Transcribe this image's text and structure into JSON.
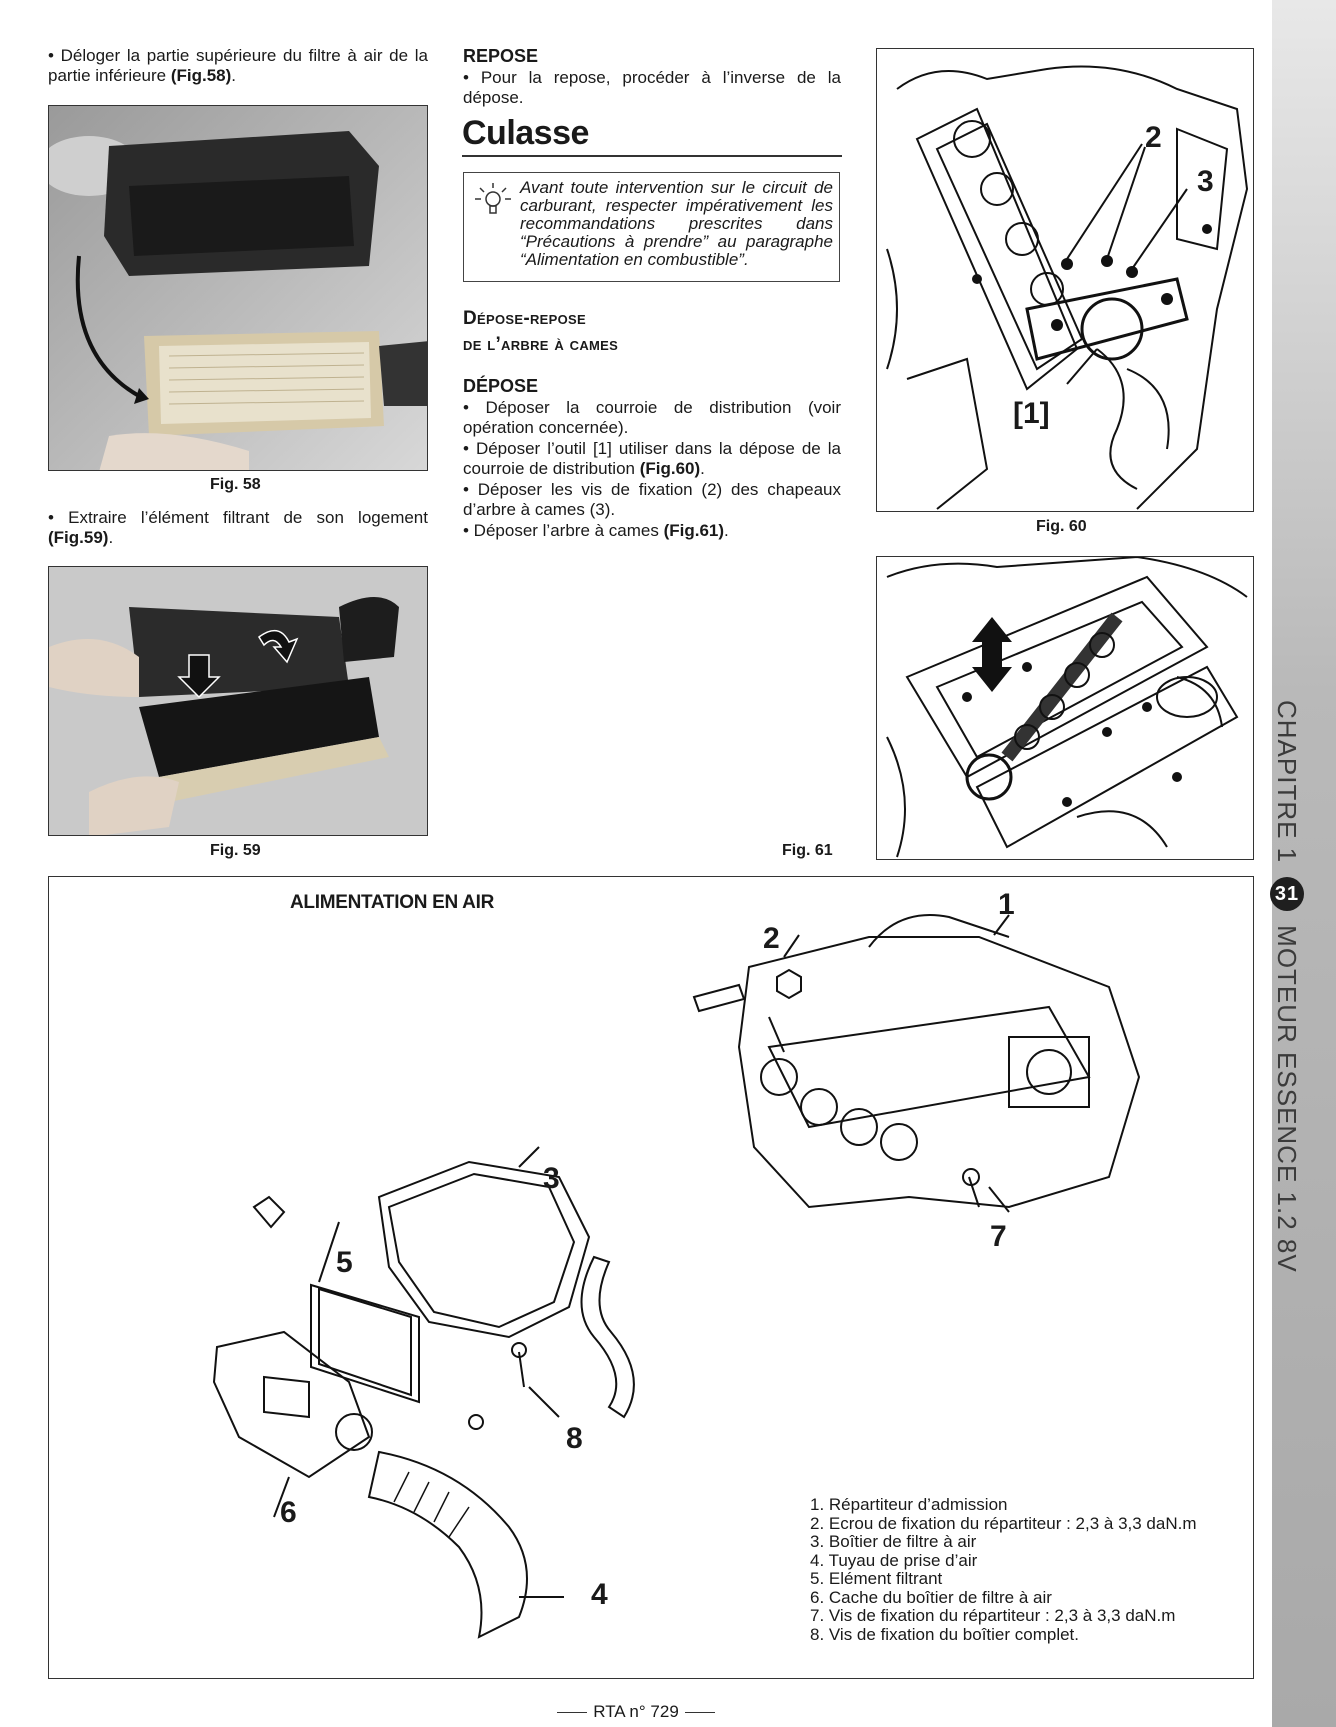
{
  "side": {
    "chapter": "CHAPITRE 1",
    "page_number": "31",
    "section": "MOTEUR ESSENCE 1.2 8V"
  },
  "col1": {
    "para1_a": "• Déloger la partie supérieure du filtre à air de la partie inférieure ",
    "para1_ref": "(Fig.58)",
    "para1_end": ".",
    "fig58_caption": "Fig. 58",
    "para2_a": "• Extraire l’élément filtrant de son logement ",
    "para2_ref": "(Fig.59)",
    "para2_end": ".",
    "fig59_caption": "Fig. 59"
  },
  "col2": {
    "repose_head": "REPOSE",
    "repose_text": "• Pour la repose, procéder à l’inverse de la dépose.",
    "section_title": "Culasse",
    "warning": "Avant toute intervention sur le circuit de carburant, respecter impérativement les recommandations prescrites dans “Précautions à prendre” au paragraphe “Alimentation en combustible”.",
    "sub_line1": "Dépose-repose",
    "sub_line2": "de l’arbre à cames",
    "depose_head": "DÉPOSE",
    "step1": "• Déposer la courroie de distribution (voir opération concernée).",
    "step2_a": "• Déposer l’outil [1] utiliser dans la dépose de la courroie de distribution ",
    "step2_ref": "(Fig.60)",
    "step2_end": ".",
    "step3": "• Déposer les vis de fixation (2) des chapeaux d’arbre à cames (3).",
    "step4_a": "• Déposer l’arbre à cames ",
    "step4_ref": "(Fig.61)",
    "step4_end": ".",
    "fig61_caption": "Fig. 61"
  },
  "fig60": {
    "caption": "Fig. 60",
    "label_1": "[1]",
    "label_2": "2",
    "label_3": "3"
  },
  "panel": {
    "title": "ALIMENTATION EN AIR",
    "callouts": [
      "1",
      "2",
      "3",
      "4",
      "5",
      "6",
      "7",
      "8"
    ],
    "legend": [
      "1. Répartiteur d’admission",
      "2. Ecrou de fixation du répartiteur : 2,3 à 3,3 daN.m",
      "3. Boîtier de filtre à air",
      "4. Tuyau de prise d’air",
      "5. Elément filtrant",
      "6. Cache du boîtier de filtre à air",
      "7. Vis de fixation du répartiteur : 2,3 à 3,3 daN.m",
      "8. Vis de fixation du boîtier complet."
    ]
  },
  "footer": {
    "text": "RTA n° 729"
  }
}
